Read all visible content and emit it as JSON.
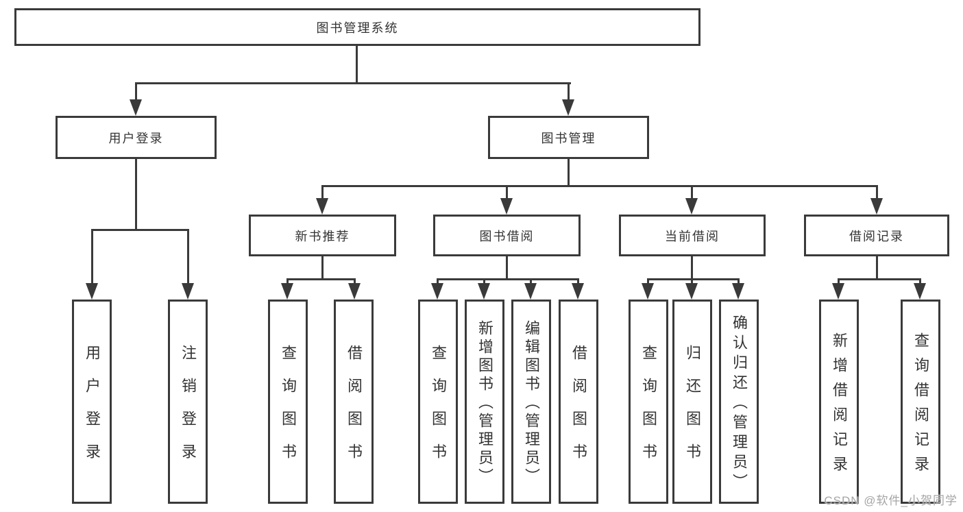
{
  "diagram": {
    "root": {
      "label": "图书管理系统"
    },
    "level2": {
      "user_login": {
        "label": "用户登录"
      },
      "book_management": {
        "label": "图书管理"
      }
    },
    "level3": {
      "new_book_recommend": {
        "label": "新书推荐"
      },
      "book_borrowing": {
        "label": "图书借阅"
      },
      "current_borrowing": {
        "label": "当前借阅"
      },
      "borrowing_records": {
        "label": "借阅记录"
      }
    },
    "leaves": {
      "l1": {
        "label": "用户登录"
      },
      "l2": {
        "label": "注销登录"
      },
      "l3": {
        "label": "查询图书"
      },
      "l4": {
        "label": "借阅图书"
      },
      "l5": {
        "label": "查询图书"
      },
      "l6": {
        "label": "新增图书（管理员）"
      },
      "l7": {
        "label": "编辑图书（管理员）"
      },
      "l8": {
        "label": "借阅图书"
      },
      "l9": {
        "label": "查询图书"
      },
      "l10": {
        "label": "归还图书"
      },
      "l11": {
        "label": "确认归还（管理员）"
      },
      "l12": {
        "label": "新增借阅记录"
      },
      "l13": {
        "label": "查询借阅记录"
      }
    },
    "watermark": "CSDN @软件_小贺同学",
    "colors": {
      "line": "#3a3a3a",
      "watermark": "#a5a5a5",
      "text": "#333333"
    }
  }
}
